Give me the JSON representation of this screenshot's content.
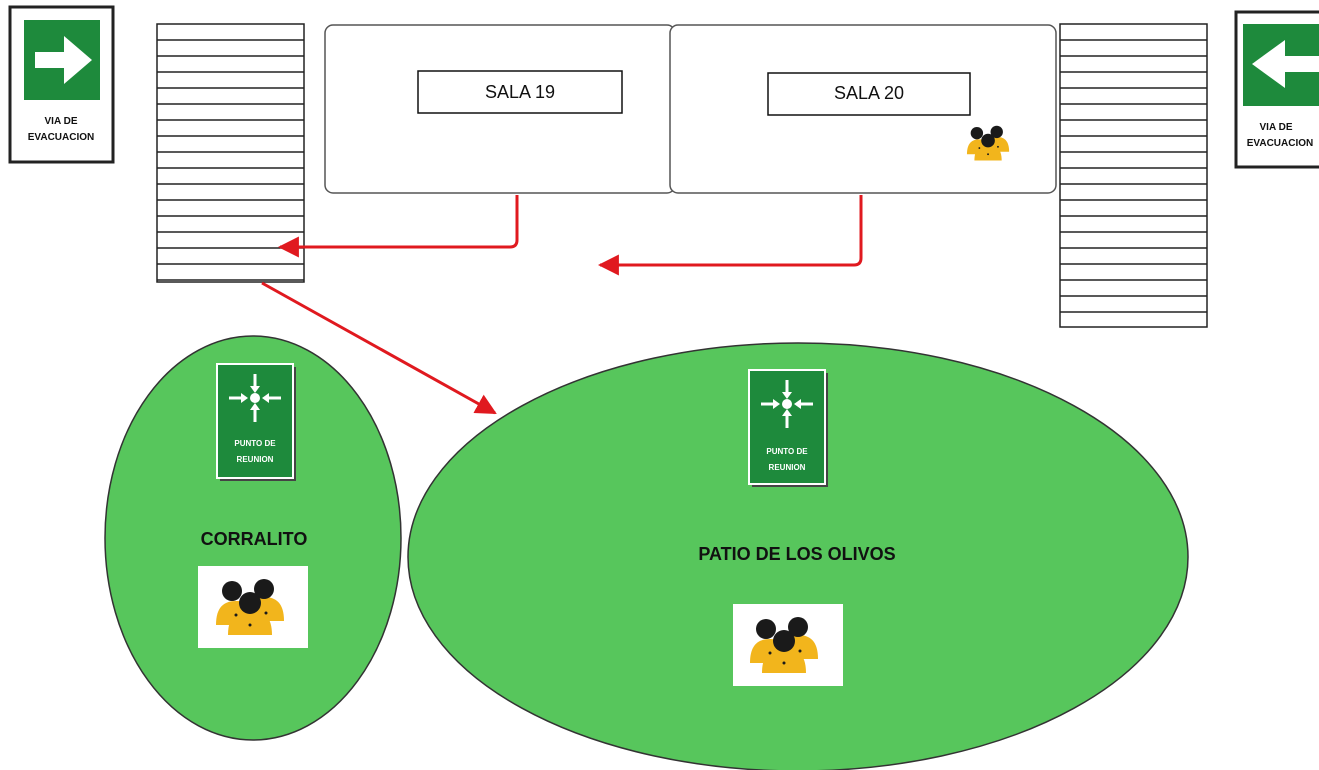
{
  "signs": {
    "evacuation_label_line1": "VIA DE",
    "evacuation_label_line2": "EVACUACION",
    "assembly_label_line1": "PUNTO DE",
    "assembly_label_line2": "REUNION"
  },
  "rooms": {
    "sala19": "SALA 19",
    "sala20": "SALA 20"
  },
  "areas": {
    "corralito": "CORRALITO",
    "patio": "PATIO DE LOS OLIVOS"
  },
  "colors": {
    "area_green": "#57c65c",
    "sign_green": "#1e8a3c",
    "route_red": "#e0191f",
    "people_yellow": "#f2b51c",
    "people_head": "#1a1a1a"
  },
  "icons": {
    "evacuation_right": "arrow-right-icon",
    "evacuation_left": "arrow-left-icon",
    "assembly_point": "assembly-point-icon",
    "people_group": "people-group-icon"
  }
}
